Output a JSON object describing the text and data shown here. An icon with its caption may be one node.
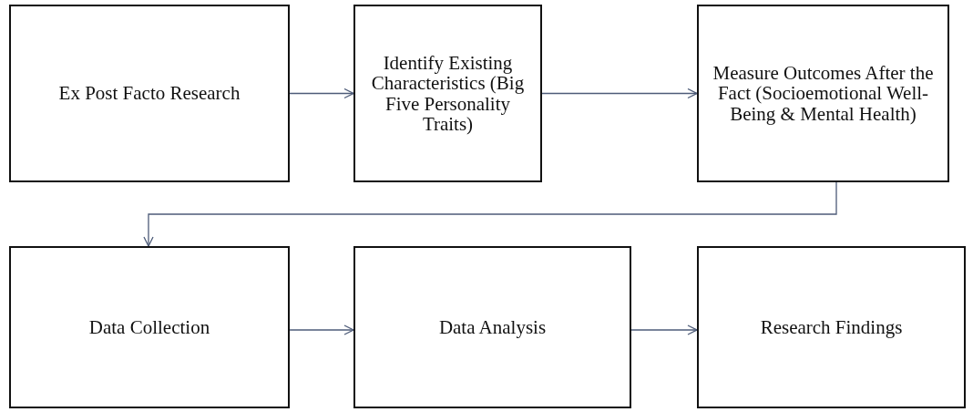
{
  "diagram": {
    "nodes": [
      {
        "text": [
          "Ex Post Facto Research"
        ]
      },
      {
        "text": [
          "Identify Existing Characteristics (Big Five Personality Traits)"
        ]
      },
      {
        "text": [
          "Measure Outcomes After the Fact (Socioemotional Well-Being & Mental Health)"
        ]
      },
      {
        "text": [
          "Data Collection"
        ]
      },
      {
        "text": [
          "Data Analysis"
        ]
      },
      {
        "text": [
          "Research Findings"
        ]
      }
    ],
    "edges": [
      {
        "from": 0,
        "to": 1,
        "arrow": "to"
      },
      {
        "from": 1,
        "to": 2,
        "arrow": "to"
      },
      {
        "from": 2,
        "to": 3,
        "arrow": "to"
      },
      {
        "from": 3,
        "to": 4,
        "arrow": "to"
      },
      {
        "from": 4,
        "to": 5,
        "arrow": "to"
      }
    ]
  }
}
